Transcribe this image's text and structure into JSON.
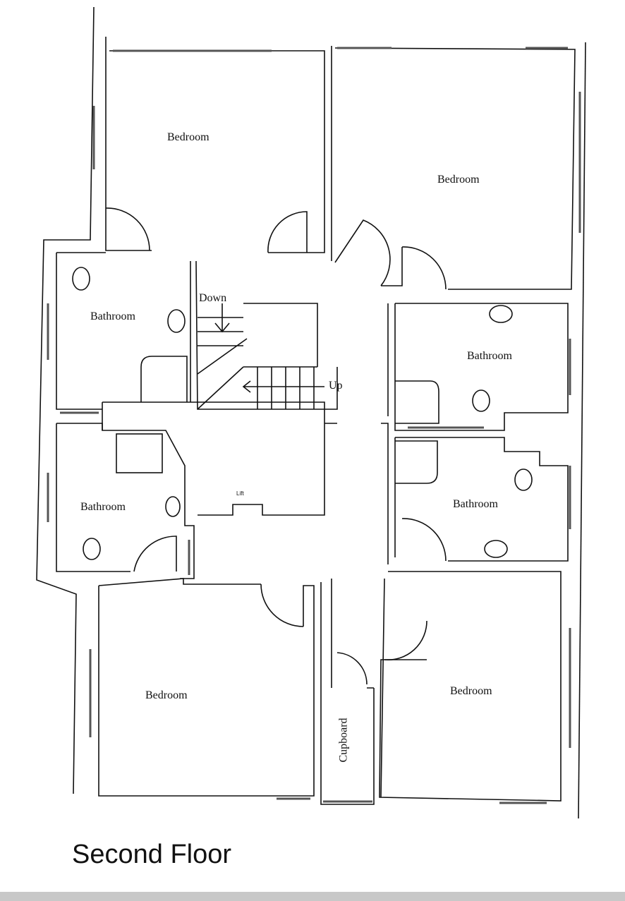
{
  "title": "Second Floor",
  "rooms": {
    "bedroom_top_left": "Bedroom",
    "bedroom_top_right": "Bedroom",
    "bedroom_bottom_left": "Bedroom",
    "bedroom_bottom_right": "Bedroom",
    "bathroom_left_upper": "Bathroom",
    "bathroom_left_lower": "Bathroom",
    "bathroom_right_upper": "Bathroom",
    "bathroom_right_lower": "Bathroom",
    "cupboard": "Cupboard",
    "lift": "Lift"
  },
  "stairs": {
    "down": "Down",
    "up": "Up"
  }
}
